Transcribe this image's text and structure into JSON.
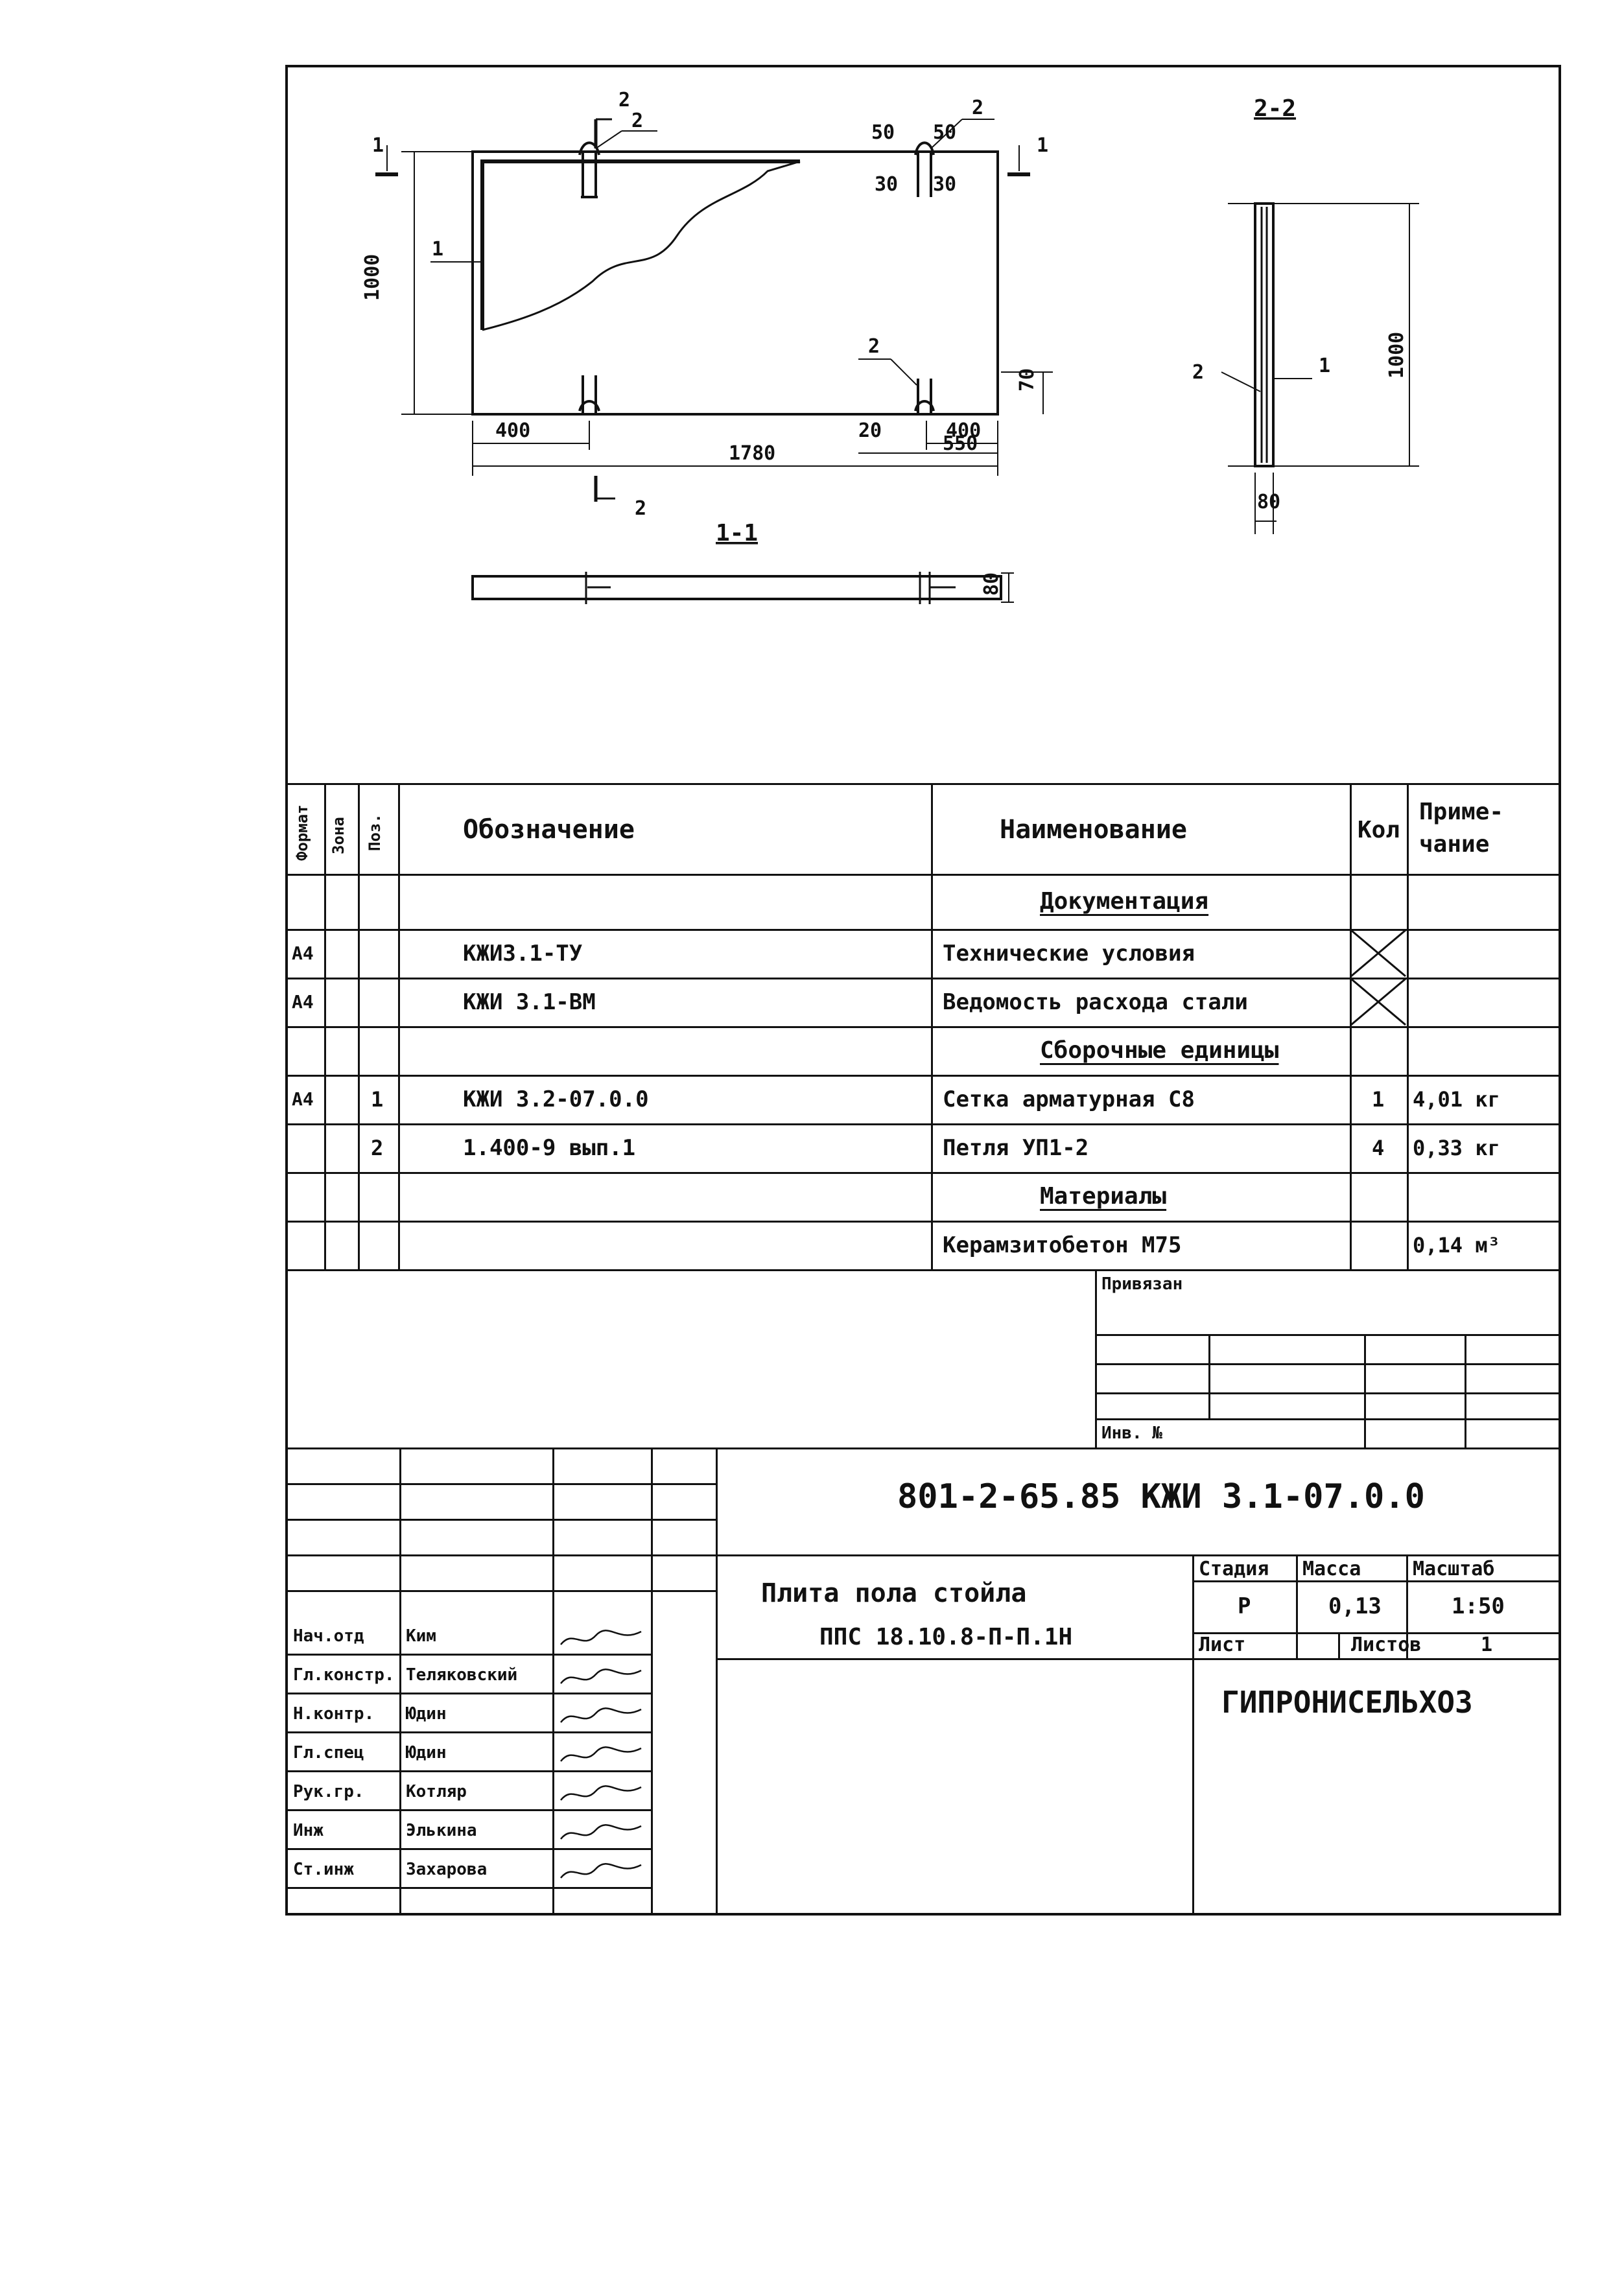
{
  "drawing": {
    "section_label_1": "1",
    "section_label_2": "2",
    "section_2_2_title": "2-2",
    "section_1_1_title": "1-1",
    "dim_height": "1000",
    "dim_height_side": "1000",
    "dim_length": "1780",
    "dim_400_left": "400",
    "dim_400_right": "400",
    "dim_550": "550",
    "dim_20": "20",
    "dim_70": "70",
    "dim_50_a": "50",
    "dim_50_b": "50",
    "dim_30_a": "30",
    "dim_30_b": "30",
    "dim_80_side": "80",
    "dim_80_section": "80",
    "callout_1": "1",
    "callout_2": "2"
  },
  "spec": {
    "headers": {
      "format": "Формат",
      "zone": "Зона",
      "pos": "Поз.",
      "designation": "Обозначение",
      "name": "Наименование",
      "qty": "Кол",
      "note": "Приме-\nчание"
    },
    "rows": [
      {
        "format": "",
        "pos": "",
        "designation": "",
        "name": "Документация",
        "qty": "",
        "note": "",
        "section": true
      },
      {
        "format": "А4",
        "pos": "",
        "designation": "КЖИ3.1-ТУ",
        "name": "Технические условия",
        "qty": "",
        "note": "",
        "crossed": true
      },
      {
        "format": "А4",
        "pos": "",
        "designation": "КЖИ 3.1-ВМ",
        "name": "Ведомость расхода стали",
        "qty": "",
        "note": "",
        "crossed": true
      },
      {
        "format": "",
        "pos": "",
        "designation": "",
        "name": "Сборочные единицы",
        "qty": "",
        "note": "",
        "section": true
      },
      {
        "format": "А4",
        "pos": "1",
        "designation": "КЖИ 3.2-07.0.0",
        "name": "Сетка арматурная С8",
        "qty": "1",
        "note": "4,01 кг"
      },
      {
        "format": "",
        "pos": "2",
        "designation": "1.400-9 вып.1",
        "name": "Петля УП1-2",
        "qty": "4",
        "note": "0,33 кг"
      },
      {
        "format": "",
        "pos": "",
        "designation": "",
        "name": "Материалы",
        "qty": "",
        "note": "",
        "section": true
      },
      {
        "format": "",
        "pos": "",
        "designation": "",
        "name": "Керамзитобетон М75",
        "qty": "",
        "note": "0,14 м³"
      }
    ]
  },
  "privyazan": {
    "label": "Привязан",
    "inv_label": "Инв. №"
  },
  "title_block": {
    "doc_code": "801-2-65.85 КЖИ 3.1-07.0.0",
    "title_line1": "Плита пола стойла",
    "title_line2": "ППС 18.10.8-П-П.1Н",
    "stage_label": "Стадия",
    "mass_label": "Масса",
    "scale_label": "Масштаб",
    "stage_value": "Р",
    "mass_value": "0,13",
    "scale_value": "1:50",
    "sheet_label": "Лист",
    "sheets_label": "Листов",
    "sheets_value": "1",
    "org": "ГИПРОНИСЕЛЬХОЗ",
    "signatures": [
      {
        "role": "Нач.отд",
        "name": "Ким"
      },
      {
        "role": "Гл.констр.",
        "name": "Теляковский"
      },
      {
        "role": "Н.контр.",
        "name": "Юдин"
      },
      {
        "role": "Гл.спец",
        "name": "Юдин"
      },
      {
        "role": "Рук.гр.",
        "name": "Котляр"
      },
      {
        "role": "Инж",
        "name": "Элькина"
      },
      {
        "role": "Ст.инж",
        "name": "Захарова"
      }
    ]
  }
}
